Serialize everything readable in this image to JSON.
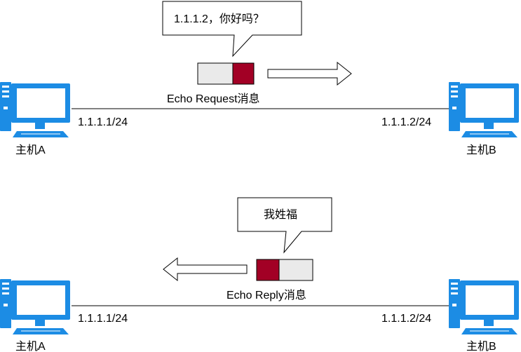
{
  "colors": {
    "computer_blue": "#1C8CE4",
    "screen_white": "#FFFFFF",
    "packet_fill": "#EAEAEA",
    "packet_accent": "#A20025",
    "line": "#000000",
    "arrow_fill": "#FFFFFF"
  },
  "request": {
    "host_left": {
      "name": "主机A",
      "ip": "1.1.1.1/24",
      "icon": "computer-icon"
    },
    "host_right": {
      "name": "主机B",
      "ip": "1.1.1.2/24",
      "icon": "computer-icon"
    },
    "callout": "1.1.1.2，你好吗？",
    "packet_label": "Echo Request消息",
    "direction": "right"
  },
  "reply": {
    "host_left": {
      "name": "主机A",
      "ip": "1.1.1.1/24",
      "icon": "computer-icon"
    },
    "host_right": {
      "name": "主机B",
      "ip": "1.1.1.2/24",
      "icon": "computer-icon"
    },
    "callout": "我姓福",
    "packet_label": "Echo Reply消息",
    "direction": "left"
  }
}
